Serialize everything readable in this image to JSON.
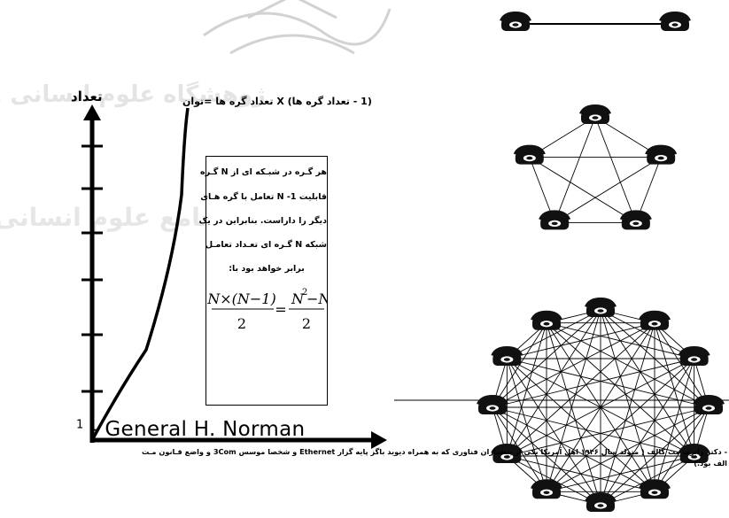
{
  "axis": {
    "y_label": "تعداد"
  },
  "formula_label": "(1 - تعداد گره ها) X تعداد گره ها =توان",
  "explanation_box": {
    "lines": [
      "هر گـره در شبـکه ای از N گـره",
      "قابلیت 1- N  تعامل با گره هـای",
      "دیگر را داراست. بنابراین در یک",
      "شبکه N گـره ای تعـداد تعامـل",
      "برابر خواهد بود با:"
    ]
  },
  "equation": {
    "lhs_numerator": "N×(N−1)",
    "lhs_denominator": "2",
    "equals": "=",
    "rhs_numerator_base": "N",
    "rhs_numerator_exp": "2",
    "rhs_numerator_rest": "−N",
    "rhs_denominator": "2"
  },
  "networks": [
    {
      "nodes": 2
    },
    {
      "nodes": 5
    },
    {
      "nodes": 12
    }
  ],
  "footnote": {
    "marker": "1",
    "name": "- General H. Norman",
    "bio_line1": "- دکتر رابرت مت کالف ( متولد سال ١٩۴۶ اهل آمریکا یکی از پیشتازان فناوری که به همراه دیوید باگز پایه گزار Ethernet و شخصا موسس 3Com و واضع قـانون مـت",
    "bio_line2": "الف بود.)"
  },
  "colors": {
    "ink": "#000000",
    "watermark": "#c8c8c8"
  }
}
